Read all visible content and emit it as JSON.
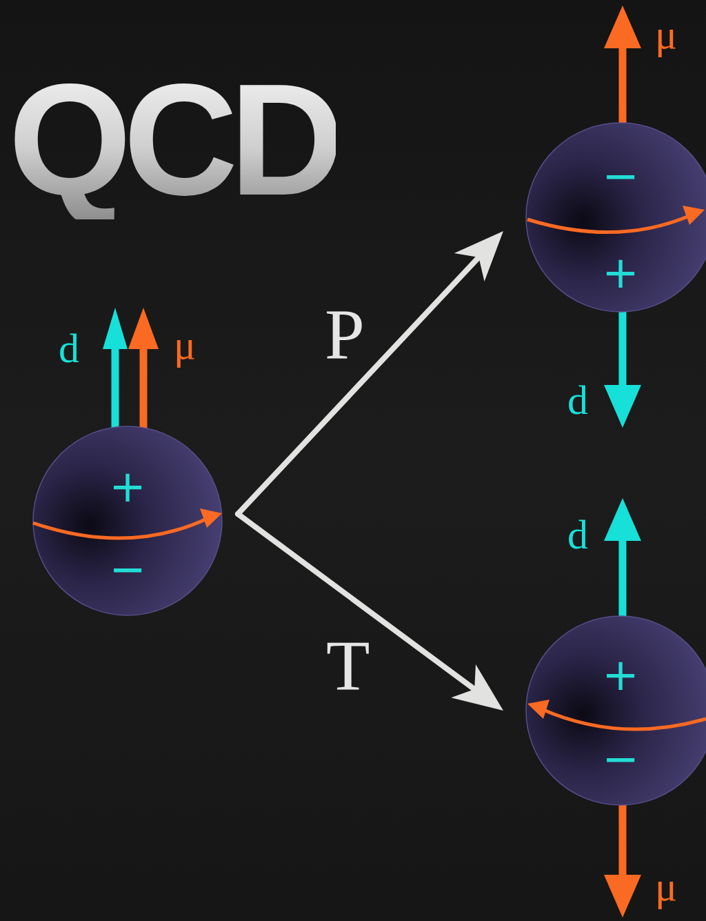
{
  "diagram": {
    "title": "QCD",
    "nodes": [
      {
        "text": [
          "+",
          "−"
        ]
      },
      {
        "text": [
          "−",
          "+"
        ]
      },
      {
        "text": [
          "+",
          "−"
        ]
      }
    ],
    "edges": [
      {
        "from": 0,
        "to": 1,
        "label": "P",
        "arrow": "to"
      },
      {
        "from": 0,
        "to": 2,
        "label": "T",
        "arrow": "to"
      }
    ],
    "labels": [
      "d",
      "μ",
      "μ",
      "d",
      "d",
      "μ"
    ]
  }
}
